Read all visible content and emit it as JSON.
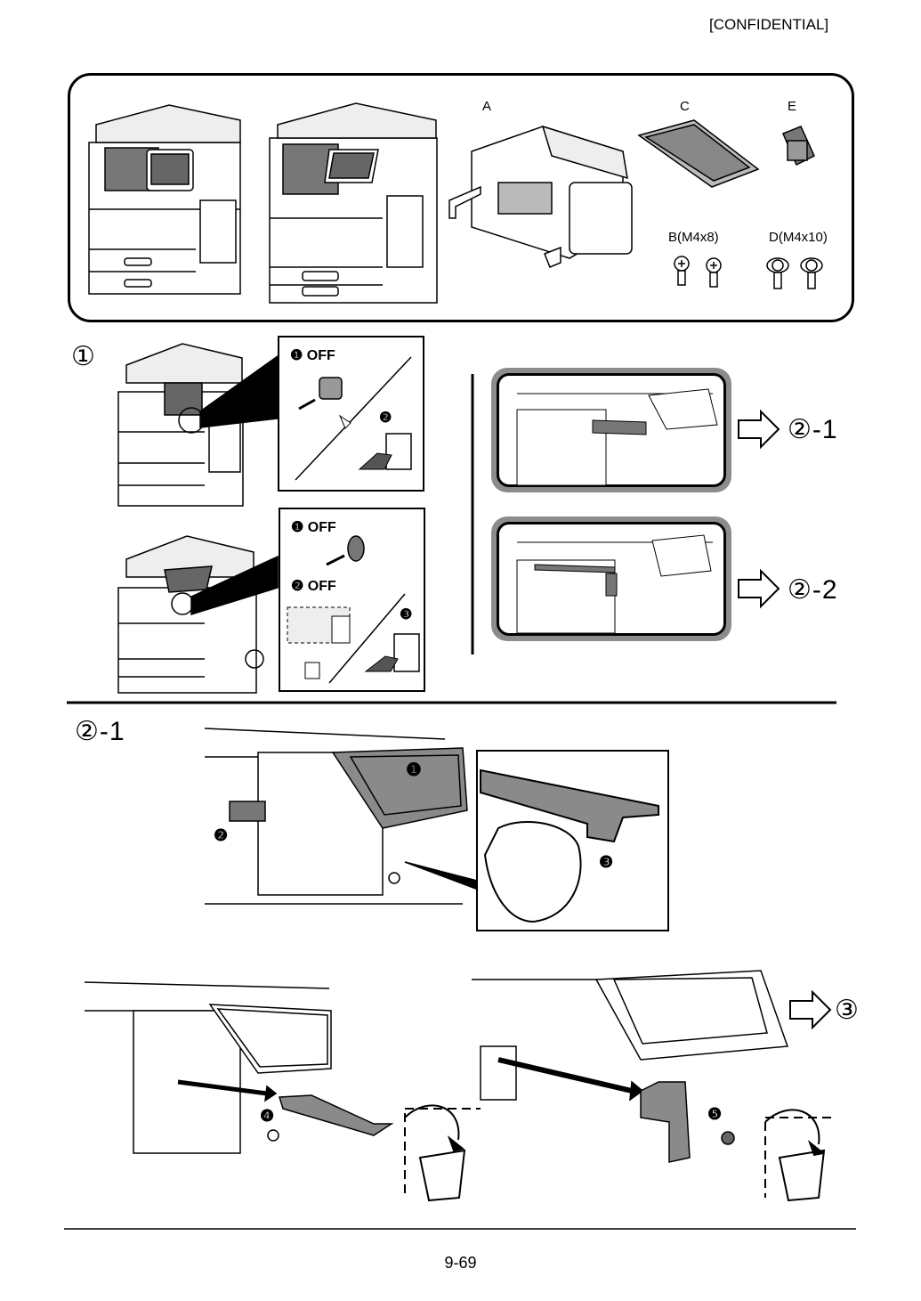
{
  "header": {
    "confidential": "[CONFIDENTIAL]"
  },
  "parts": {
    "a": "A",
    "b": "B(M4x8)",
    "c": "C",
    "d": "D(M4x10)",
    "e": "E"
  },
  "step1": {
    "marker": "①",
    "top_panel": {
      "off1": "❶ OFF",
      "n2": "❷"
    },
    "bottom_panel": {
      "off1": "❶ OFF",
      "off2": "❷ OFF",
      "n3": "❸"
    }
  },
  "branches": {
    "first": "②-1",
    "second": "②-2"
  },
  "step21": {
    "marker": "②-1",
    "n1": "❶",
    "n2": "❷",
    "n3": "❸",
    "n4": "❹",
    "n5": "❺",
    "next": "③"
  },
  "footer": {
    "page_number": "9-69"
  }
}
